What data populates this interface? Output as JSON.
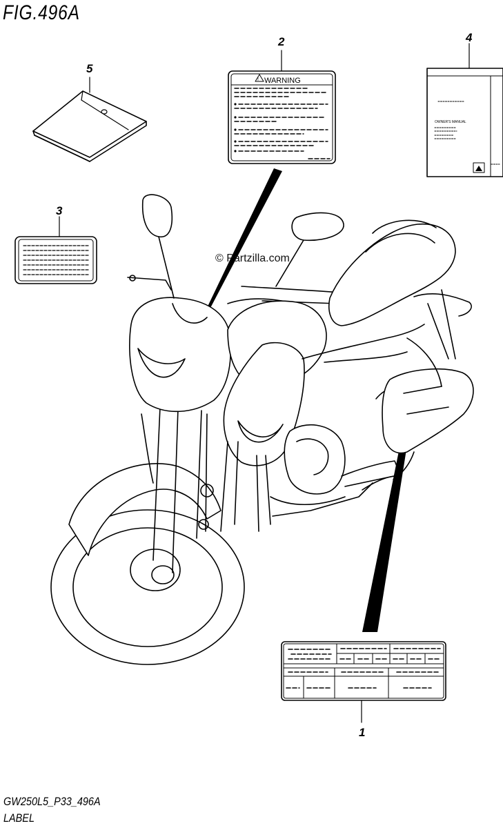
{
  "figure": {
    "title": "FIG.496A",
    "code": "GW250L5_P33_496A",
    "caption": "LABEL",
    "watermark": "© Partzilla.com"
  },
  "callouts": [
    {
      "id": "1",
      "label": "1"
    },
    {
      "id": "2",
      "label": "2"
    },
    {
      "id": "3",
      "label": "3"
    },
    {
      "id": "4",
      "label": "4"
    },
    {
      "id": "5",
      "label": "5"
    }
  ],
  "warning_label": {
    "heading": "WARNING"
  },
  "manual": {
    "title": "OWNER'S MANUAL"
  }
}
